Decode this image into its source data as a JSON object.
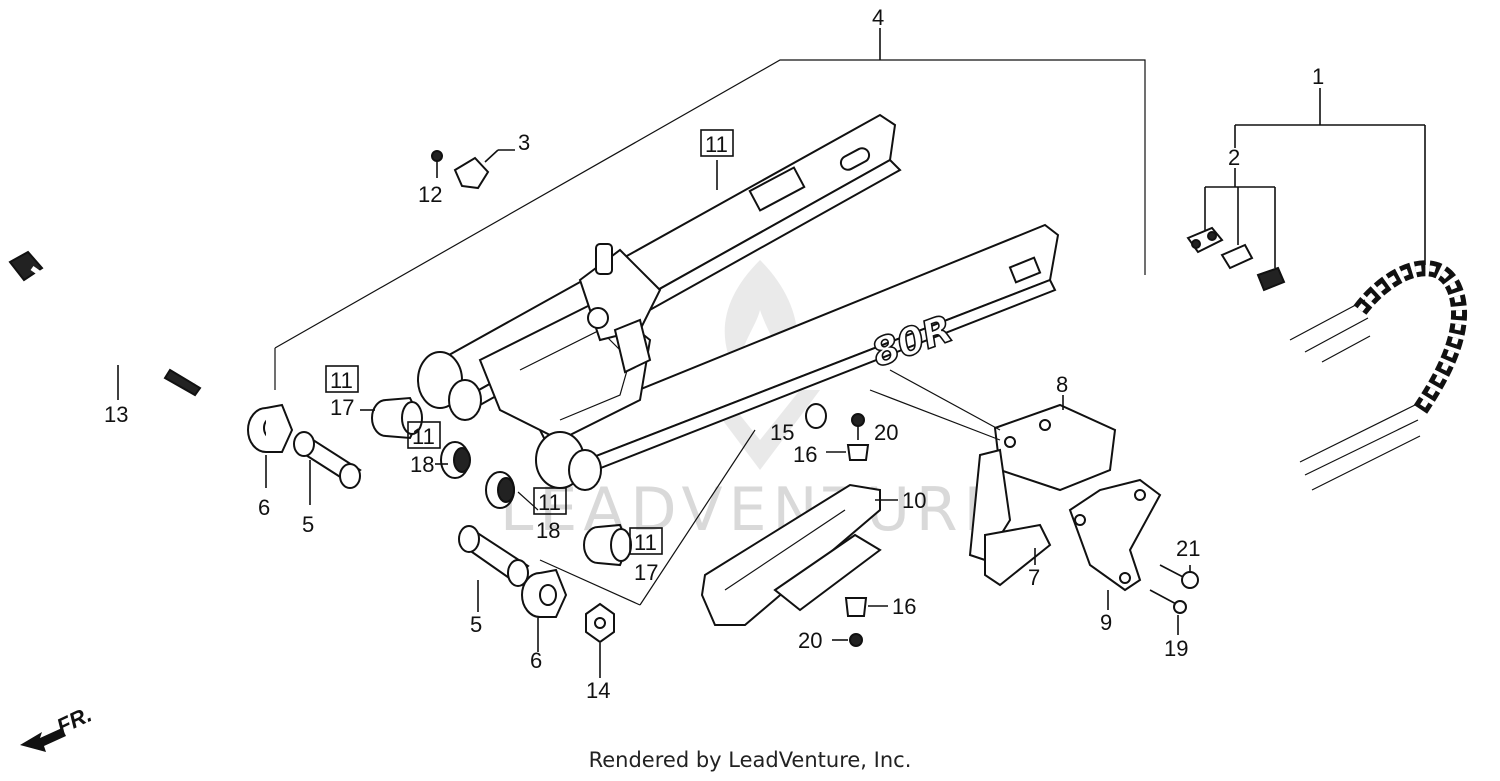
{
  "watermark_text": "LEADVENTURE",
  "footer_text": "Rendered by LeadVenture, Inc.",
  "front_indicator_label": "FR.",
  "model_marking": "80R",
  "callouts": {
    "c1": "1",
    "c2": "2",
    "c3": "3",
    "c4": "4",
    "c5a": "5",
    "c5b": "5",
    "c6a": "6",
    "c6b": "6",
    "c7": "7",
    "c8": "8",
    "c9": "9",
    "c10": "10",
    "c11a": "11",
    "c11b": "11",
    "c11c": "11",
    "c11d": "11",
    "c11e": "11",
    "c12": "12",
    "c13": "13",
    "c14": "14",
    "c15": "15",
    "c16a": "16",
    "c16b": "16",
    "c17a": "17",
    "c17b": "17",
    "c18a": "18",
    "c18b": "18",
    "c19": "19",
    "c20a": "20",
    "c20b": "20",
    "c21": "21"
  }
}
